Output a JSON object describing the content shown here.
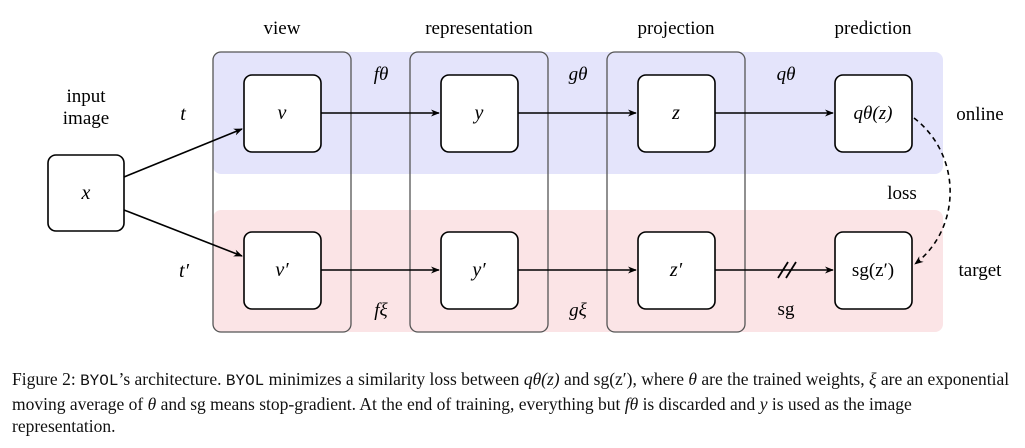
{
  "columns": {
    "view": "view",
    "representation": "representation",
    "projection": "projection",
    "prediction": "prediction"
  },
  "input_label": {
    "line1": "input",
    "line2": "image"
  },
  "input_node": "x",
  "aug": {
    "online": "t",
    "target": "t′"
  },
  "online": {
    "nodes": [
      "v",
      "y",
      "z",
      "qθ(z)"
    ],
    "edges": [
      "fθ",
      "gθ",
      "qθ"
    ],
    "side_label": "online"
  },
  "target": {
    "nodes": [
      "v′",
      "y′",
      "z′",
      "sg(z′)"
    ],
    "edges": [
      "fξ",
      "gξ",
      "sg"
    ],
    "side_label": "target"
  },
  "loss_label": "loss",
  "colors": {
    "online_band": "#e4e4fb",
    "target_band": "#fbe4e6",
    "stroke": "#000000",
    "column_frame": "#555555"
  },
  "caption": {
    "prefix": "Figure 2: ",
    "byol": "BYOL",
    "part1": "’s architecture. ",
    "part2": " minimizes a similarity loss between ",
    "m1": "qθ(z)",
    "part3": " and ",
    "m2": "sg(z′)",
    "part4": ", where ",
    "m3": "θ",
    "part5": " are the trained weights, ",
    "m4": "ξ",
    "part6": " are an exponential moving average of ",
    "m5": "θ",
    "part7": " and ",
    "m6": "sg",
    "part8": " means stop-gradient. At the end of training, everything but ",
    "m7": "fθ",
    "part9": " is discarded and ",
    "m8": "y",
    "part10": " is used as the image representation."
  }
}
